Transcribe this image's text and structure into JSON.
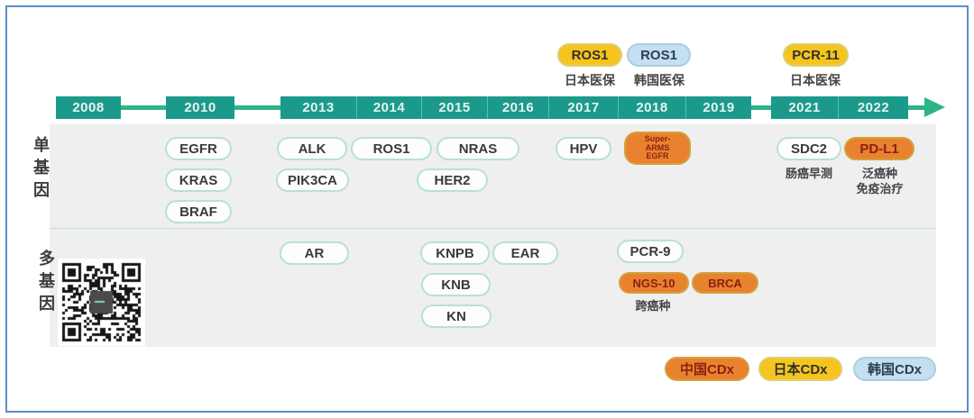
{
  "timeline": {
    "years": [
      "2008",
      "2010",
      "2013",
      "2014",
      "2015",
      "2016",
      "2017",
      "2018",
      "2019",
      "2021",
      "2022"
    ]
  },
  "top_annotations": [
    {
      "pill": "ROS1",
      "note": "日本医保"
    },
    {
      "pill": "ROS1",
      "note": "韩国医保"
    },
    {
      "pill": "PCR-11",
      "note": "日本医保"
    }
  ],
  "rows": {
    "single": {
      "label": "单基因",
      "egfr": "EGFR",
      "kras": "KRAS",
      "braf": "BRAF",
      "alk": "ALK",
      "ros1": "ROS1",
      "nras": "NRAS",
      "pik3ca": "PIK3CA",
      "her2": "HER2",
      "hpv": "HPV",
      "super_arms": [
        "Super-",
        "ARMS",
        "EGFR"
      ],
      "sdc2": "SDC2",
      "sdc2_note": "肠癌早测",
      "pdl1": "PD-L1",
      "pdl1_note1": "泛癌种",
      "pdl1_note2": "免疫治疗"
    },
    "multi": {
      "label": "多基因",
      "ar": "AR",
      "knpb": "KNPB",
      "ear": "EAR",
      "knb": "KNB",
      "kn": "KN",
      "pcr9": "PCR-9",
      "ngs10": "NGS-10",
      "brca": "BRCA",
      "ngs10_note": "跨癌种"
    }
  },
  "legend": {
    "china": "中国CDx",
    "japan": "日本CDx",
    "korea": "韩国CDx"
  },
  "colors": {
    "teal_year_box": "#1b9a8c",
    "timeline_green": "#2db487",
    "cdx_china_orange": "#e8822e",
    "cdx_japan_yellow": "#f5c51e",
    "cdx_korea_blue": "#c3dff0",
    "panel_gray": "#efefef",
    "white_pill_border": "#b9e2ce"
  }
}
